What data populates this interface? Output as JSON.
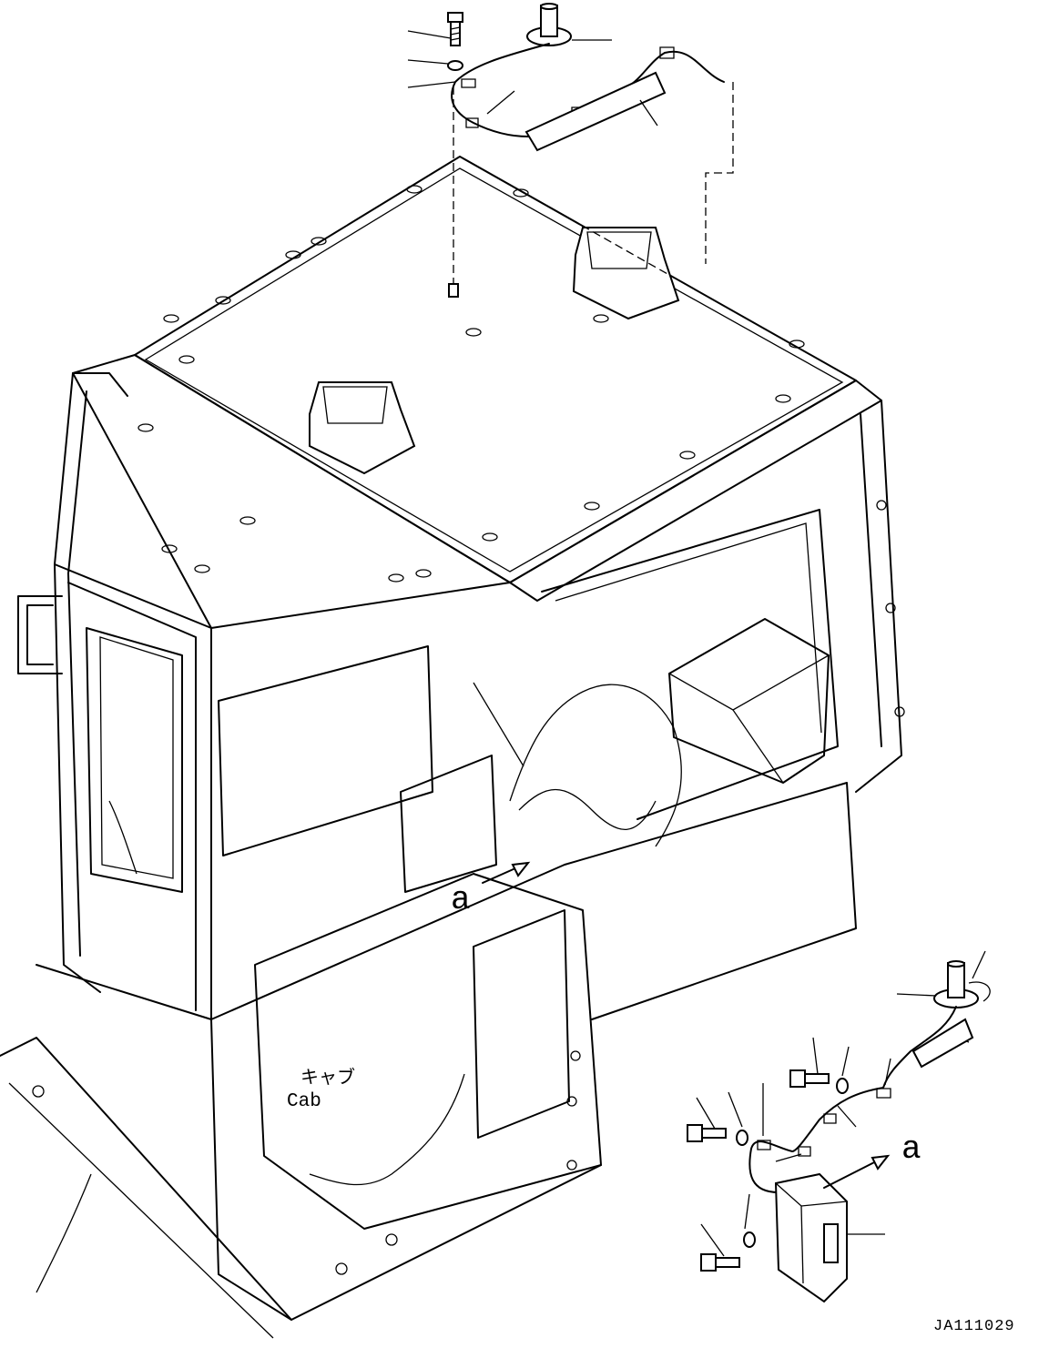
{
  "labels": {
    "cab_jp": "キャブ",
    "cab_en": "Cab",
    "view_a_main": "a",
    "view_a_detail": "a",
    "drawing_id": "JA111029"
  }
}
